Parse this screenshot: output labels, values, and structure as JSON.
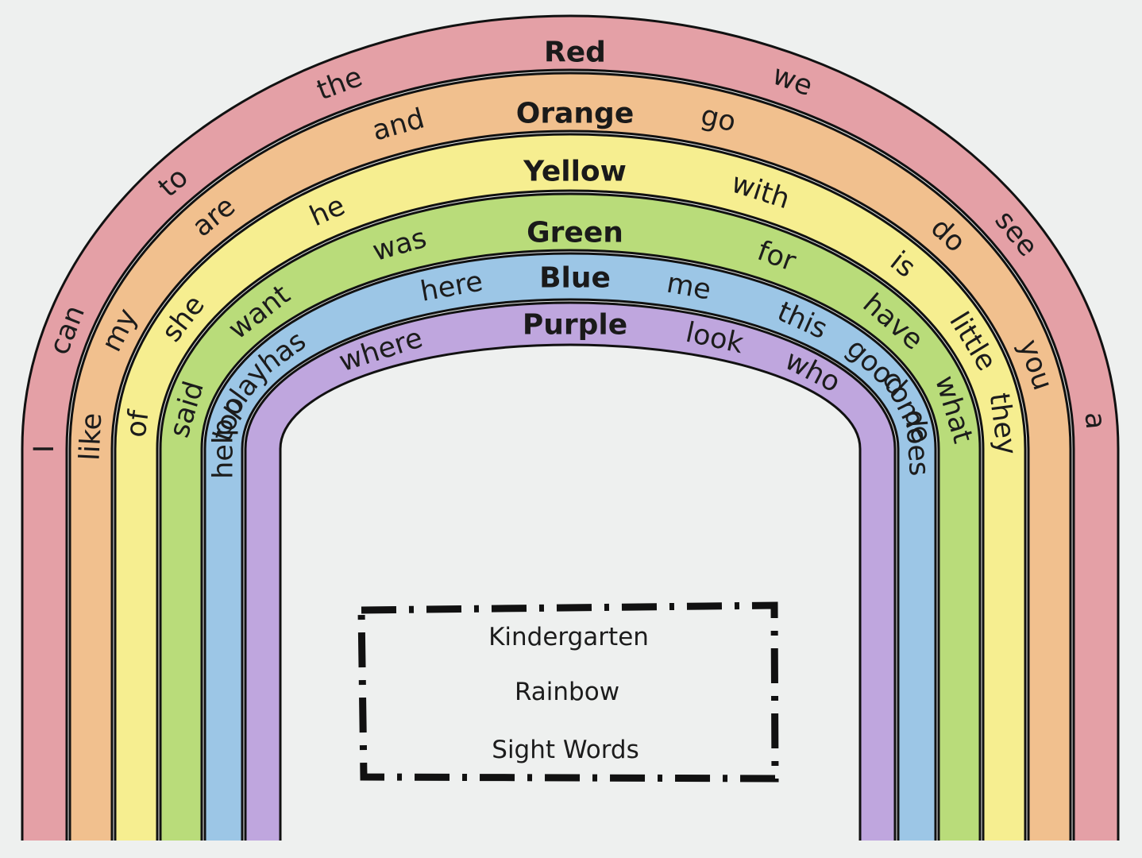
{
  "worksheet": {
    "bands": [
      {
        "title": "Red",
        "color": "#e4a0a6",
        "left_words": [
          "I",
          "can",
          "to",
          "the"
        ],
        "right_words": [
          "we",
          "see",
          "a"
        ]
      },
      {
        "title": "Orange",
        "color": "#f1c08e",
        "left_words": [
          "like",
          "my",
          "are",
          "and"
        ],
        "right_words": [
          "go",
          "do",
          "you"
        ]
      },
      {
        "title": "Yellow",
        "color": "#f6ee90",
        "left_words": [
          "of",
          "she",
          "he"
        ],
        "right_words": [
          "with",
          "is",
          "little",
          "they"
        ]
      },
      {
        "title": "Green",
        "color": "#b9dc7a",
        "left_words": [
          "said",
          "want",
          "was"
        ],
        "right_words": [
          "for",
          "have",
          "what"
        ]
      },
      {
        "title": "Blue",
        "color": "#9cc6e6",
        "left_words": [
          "help",
          "too",
          "play",
          "has",
          "here"
        ],
        "right_words": [
          "me",
          "this",
          "good",
          "come",
          "does"
        ]
      },
      {
        "title": "Purple",
        "color": "#bfa6de",
        "left_words": [
          "where"
        ],
        "right_words": [
          "look",
          "who"
        ]
      }
    ],
    "title_box": {
      "lines": [
        "Kindergarten",
        "Rainbow",
        "Sight Words"
      ]
    }
  }
}
